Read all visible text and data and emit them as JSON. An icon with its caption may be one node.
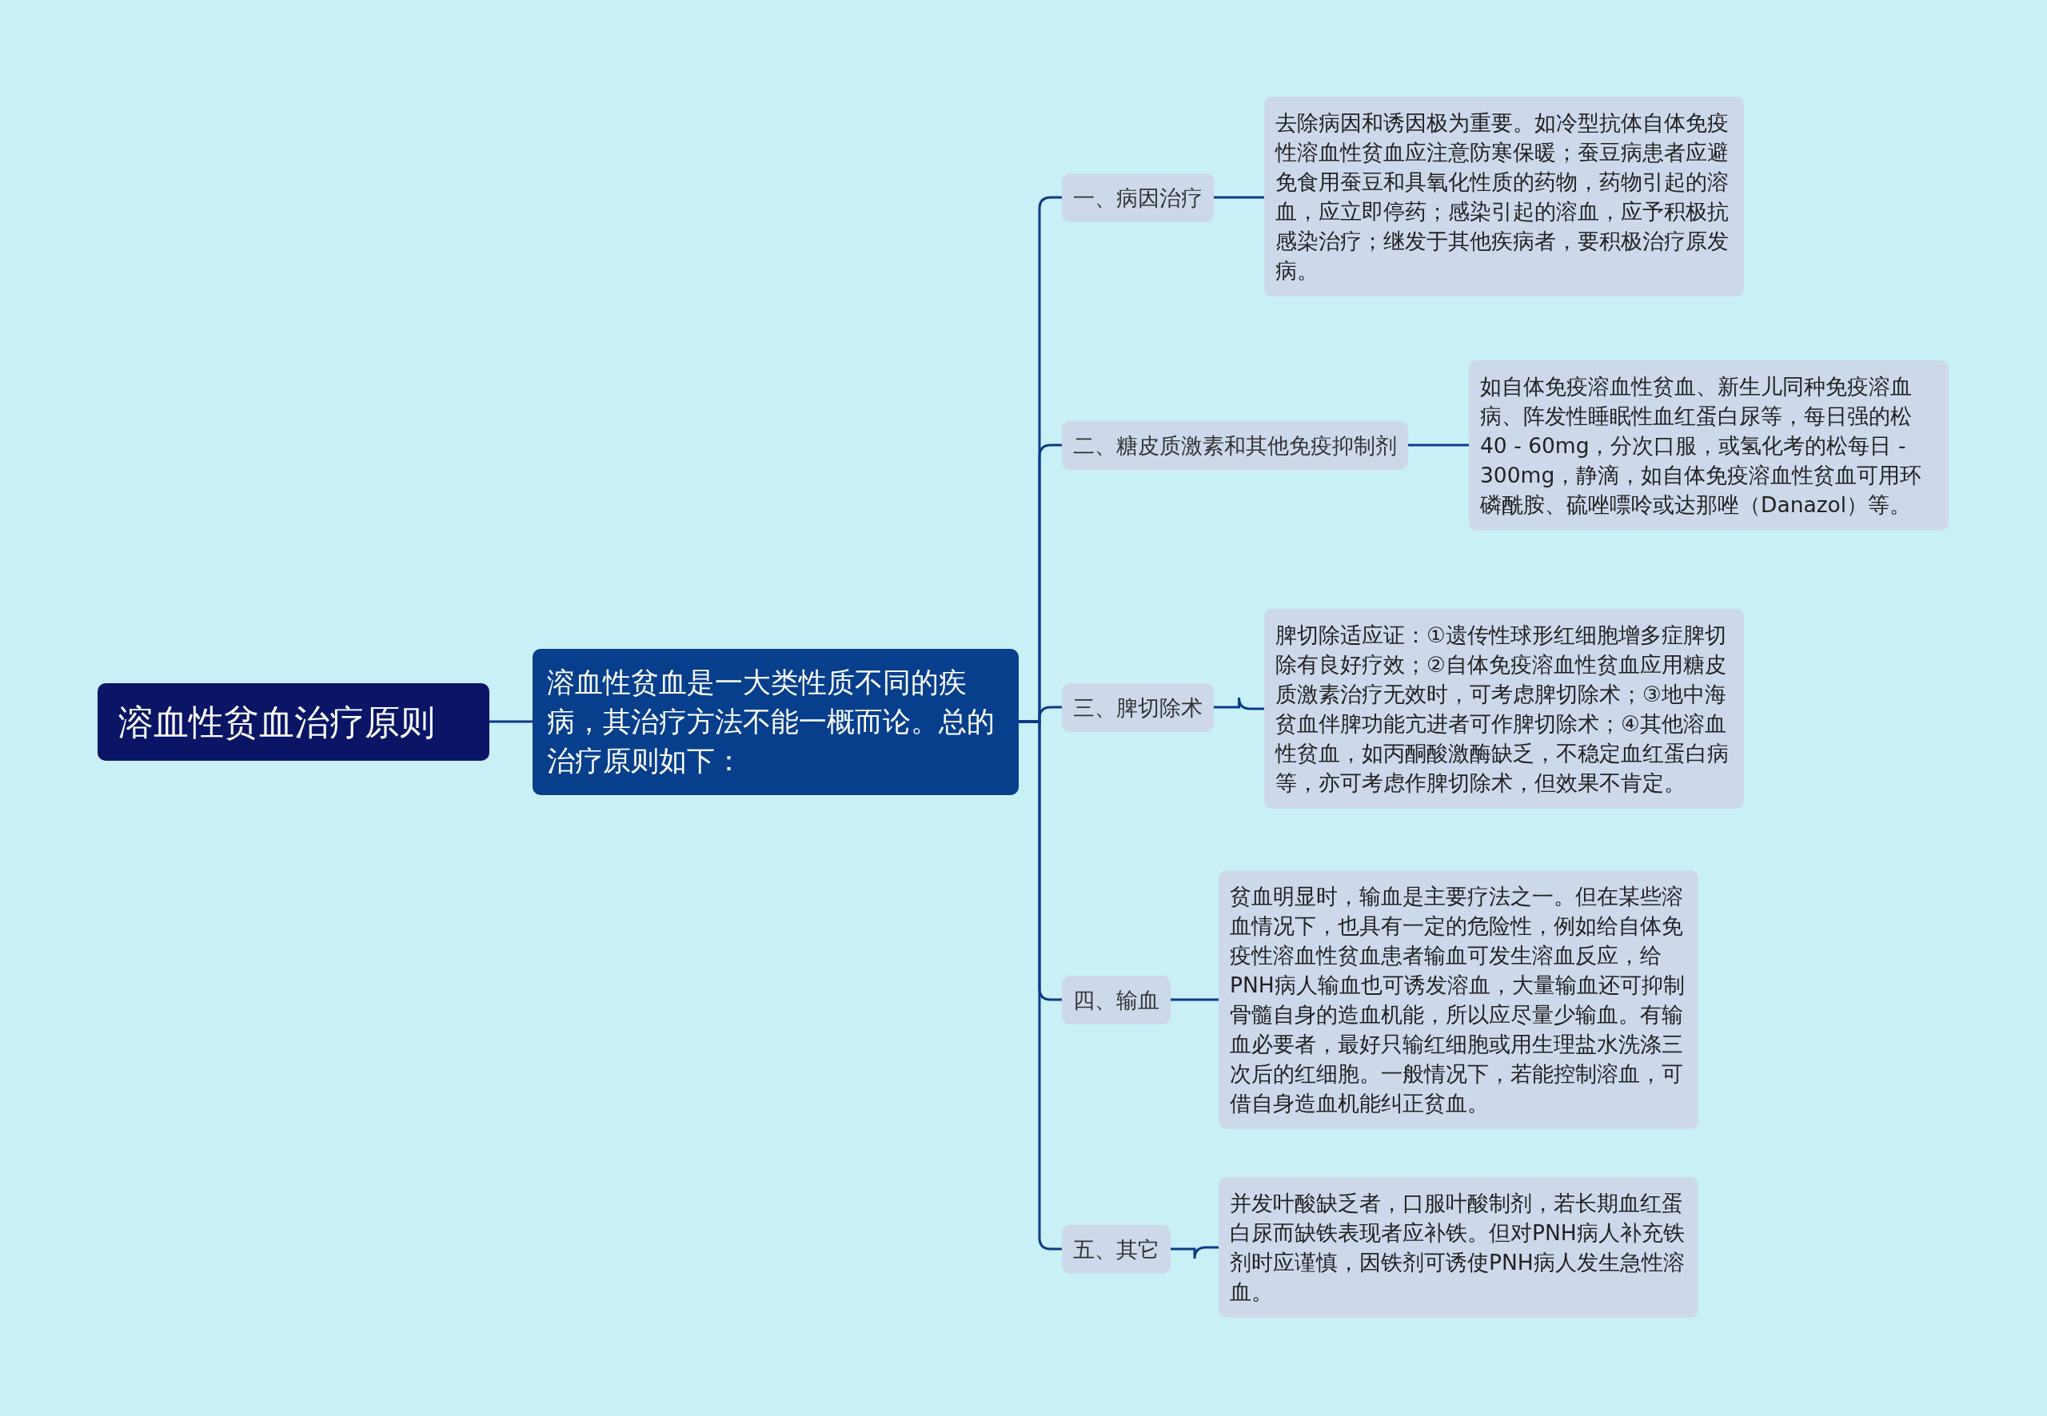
{
  "diagram": {
    "nodes": [
      {
        "text": [
          "溶血性贫血治疗原则"
        ]
      },
      {
        "text": [
          "溶血性贫血是一大类性质不同的疾病，其治疗方法不能一概而论。总的治疗原则如下："
        ]
      },
      {
        "text": [
          "一、病因治疗"
        ]
      },
      {
        "text": [
          "去除病因和诱因极为重要。如冷型抗体自体免疫性溶血性贫血应注意防寒保暖；蚕豆病患者应避免食用蚕豆和具氧化性质的药物，药物引起的溶血，应立即停药；感染引起的溶血，应予积极抗感染治疗；继发于其他疾病者，要积极治疗原发病。"
        ]
      },
      {
        "text": [
          "二、糖皮质激素和其他免疫抑制剂"
        ]
      },
      {
        "text": [
          "如自体免疫溶血性贫血、新生儿同种免疫溶血病、阵发性睡眠性血红蛋白尿等，每日强的松40 - 60mg，分次口服，或氢化考的松每日 - 300mg，静滴，如自体免疫溶血性贫血可用环磷酰胺、硫唑嘌呤或达那唑（Danazol）等。"
        ]
      },
      {
        "text": [
          "三、脾切除术"
        ]
      },
      {
        "text": [
          "脾切除适应证：①遗传性球形红细胞增多症脾切除有良好疗效；②自体免疫溶血性贫血应用糖皮质激素治疗无效时，可考虑脾切除术；③地中海贫血伴脾功能亢进者可作脾切除术；④其他溶血性贫血，如丙酮酸激酶缺乏，不稳定血红蛋白病等，亦可考虑作脾切除术，但效果不肯定。"
        ]
      },
      {
        "text": [
          "四、输血"
        ]
      },
      {
        "text": [
          "贫血明显时，输血是主要疗法之一。但在某些溶血情况下，也具有一定的危险性，例如给自体免疫性溶血性贫血患者输血可发生溶血反应，给PNH病人输血也可诱发溶血，大量输血还可抑制骨髓自身的造血机能，所以应尽量少输血。有输血必要者，最好只输红细胞或用生理盐水洗涤三次后的红细胞。一般情况下，若能控制溶血，可借自身造血机能纠正贫血。"
        ]
      },
      {
        "text": [
          "五、其它"
        ]
      },
      {
        "text": [
          "并发叶酸缺乏者，口服叶酸制剂，若长期血红蛋白尿而缺铁表现者应补铁。但对PNH病人补充铁剂时应谨慎，因铁剂可诱使PNH病人发生急性溶血。"
        ]
      }
    ],
    "edges": [
      {
        "from": 0,
        "to": 1,
        "arrow": "none"
      },
      {
        "from": 1,
        "to": 2,
        "arrow": "none"
      },
      {
        "from": 1,
        "to": 4,
        "arrow": "none"
      },
      {
        "from": 1,
        "to": 6,
        "arrow": "none"
      },
      {
        "from": 1,
        "to": 8,
        "arrow": "none"
      },
      {
        "from": 1,
        "to": 10,
        "arrow": "none"
      },
      {
        "from": 2,
        "to": 3,
        "arrow": "none"
      },
      {
        "from": 4,
        "to": 5,
        "arrow": "none"
      },
      {
        "from": 6,
        "to": 7,
        "arrow": "none"
      },
      {
        "from": 8,
        "to": 9,
        "arrow": "none"
      },
      {
        "from": 10,
        "to": 11,
        "arrow": "none"
      }
    ]
  }
}
